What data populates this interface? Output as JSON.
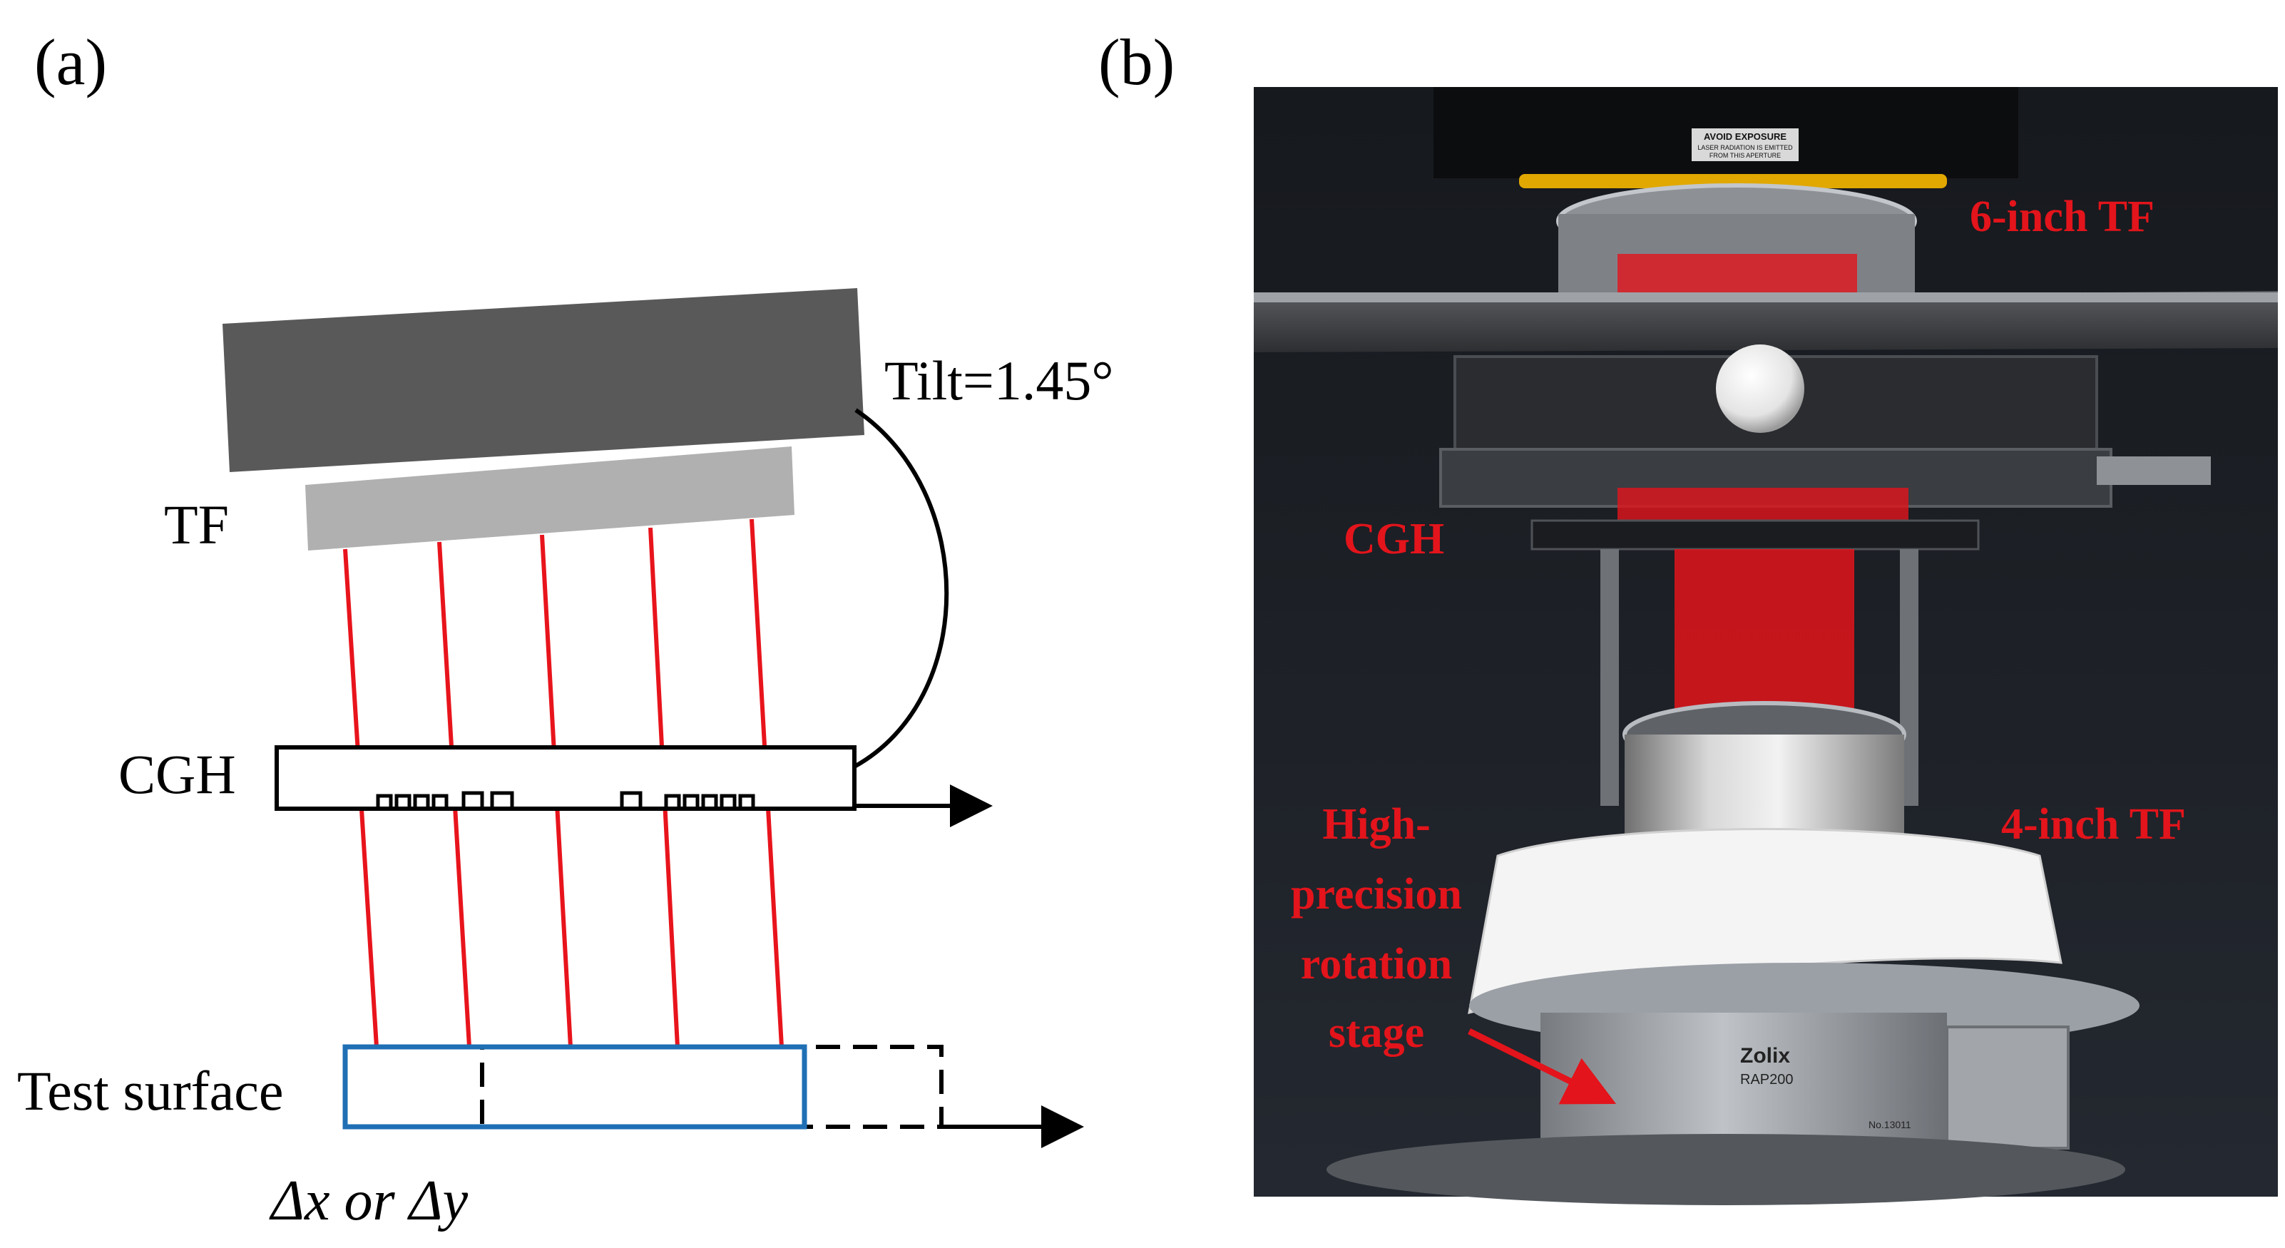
{
  "panel_a": {
    "label": "(a)",
    "tilt_label": "Tilt=1.45°",
    "tf_label": "TF",
    "cgh_label": "CGH",
    "test_surface_label": "Test surface",
    "shift_label_dx": "Δx",
    "shift_label_or": " or ",
    "shift_label_dy": "Δy"
  },
  "panel_b": {
    "label": "(b)",
    "labels": {
      "tf6": "6-inch TF",
      "cgh": "CGH",
      "tf4": "4-inch TF",
      "stage_line1": "High-",
      "stage_line2": "precision",
      "stage_line3": "rotation",
      "stage_line4": "stage"
    },
    "photo_text": {
      "warning_line1": "AVOID EXPOSURE",
      "warning_line2": "LASER RADIATION IS EMITTED",
      "warning_line3": "FROM THIS APERTURE",
      "brand": "Zolix",
      "model": "RAP200",
      "serial": "No.13011"
    }
  },
  "colors": {
    "beam": "#e8141c",
    "label_red": "#e3141b",
    "test_surface_border": "#1f6fb5",
    "tf_mount": "#595959",
    "tf": "#b0b0b0"
  }
}
